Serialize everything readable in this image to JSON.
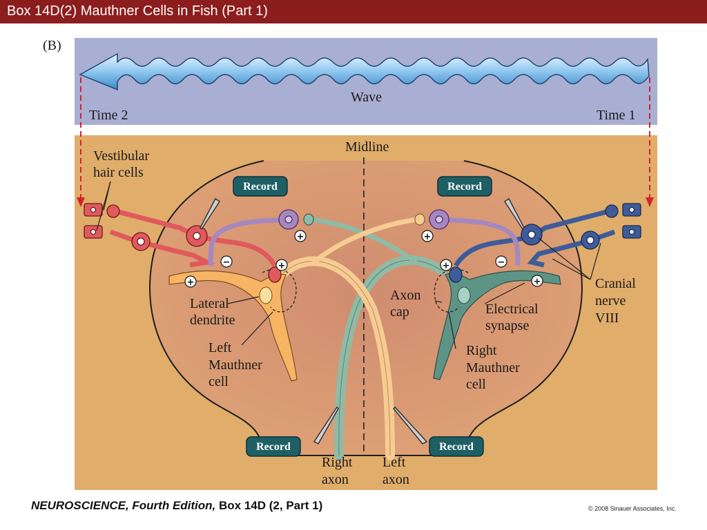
{
  "header": {
    "title": "Box 14D(2)  Mauthner Cells in Fish (Part 1)"
  },
  "figure": {
    "panel_label": "(B)",
    "wave_label": "Wave",
    "time2": "Time 2",
    "time1": "Time 1",
    "midline": "Midline",
    "vestibular": [
      "Vestibular",
      "hair cells"
    ],
    "record": "Record",
    "lateral_dendrite": [
      "Lateral",
      "dendrite"
    ],
    "left_mauthner": [
      "Left",
      "Mauthner",
      "cell"
    ],
    "axon_cap": [
      "Axon",
      "cap"
    ],
    "electrical_synapse": [
      "Electrical",
      "synapse"
    ],
    "right_mauthner": [
      "Right",
      "Mauthner",
      "cell"
    ],
    "cranial_nerve": [
      "Cranial",
      "nerve",
      "VIII"
    ],
    "right_axon": [
      "Right",
      "axon"
    ],
    "left_axon": [
      "Left",
      "axon"
    ],
    "plus_sign": "+",
    "minus_sign": "−"
  },
  "footer": {
    "book": "NEUROSCIENCE, Fourth Edition,",
    "box": " Box 14D (2, Part 1)",
    "copyright": "© 2008 Sinauer Associates, Inc."
  },
  "colors": {
    "title_bar": "#8c1d1d",
    "wave_panel": "#a9aed3",
    "brain_panel": "#e0ad6b",
    "brain_body": "#d69771",
    "left_circuit": "#e0595d",
    "right_circuit": "#3e5c99",
    "interneuron": "#a688bf",
    "left_mauthner": "#f7b464",
    "right_mauthner": "#5e9486",
    "left_axon": "#f6cc92",
    "right_axon": "#8fbaa5",
    "record_badge": "#1e5f66",
    "arrow": "#d1232a"
  }
}
